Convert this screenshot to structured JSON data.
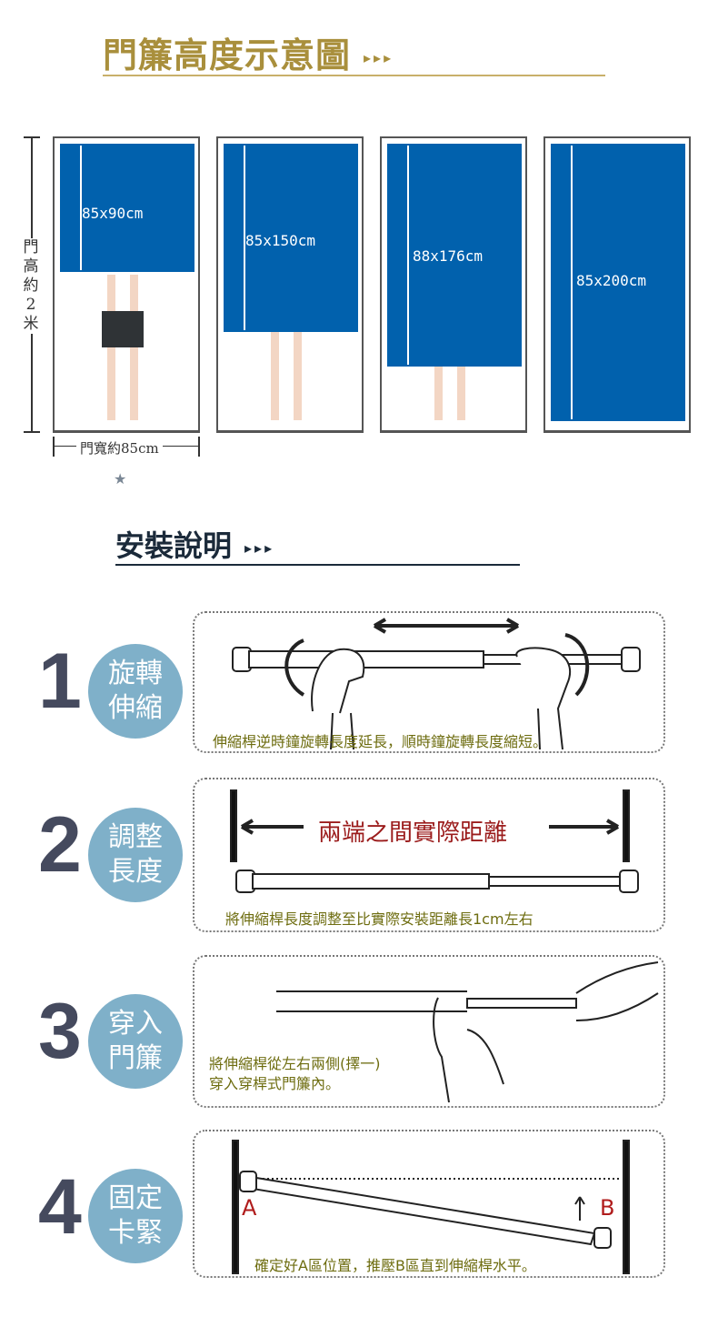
{
  "height_section": {
    "title": "門簾高度示意圖",
    "arrows": "▸▸▸",
    "door_height_label": "門高約2米",
    "door_width_label": "門寬約85cm",
    "star": "★",
    "curtains": [
      {
        "size": "85x90cm",
        "coverage": 0.45
      },
      {
        "size": "85x150cm",
        "coverage": 0.66
      },
      {
        "size": "88x176cm",
        "coverage": 0.78
      },
      {
        "size": "85x200cm",
        "coverage": 0.97
      }
    ]
  },
  "install_section": {
    "title": "安裝說明",
    "arrows": "▸▸▸",
    "steps": [
      {
        "number": "1",
        "label_line1": "旋轉",
        "label_line2": "伸縮",
        "caption": "伸縮桿逆時鐘旋轉長度延長，順時鐘旋轉長度縮短。"
      },
      {
        "number": "2",
        "label_line1": "調整",
        "label_line2": "長度",
        "heading": "兩端之間實際距離",
        "caption": "將伸縮桿長度調整至比實際安裝距離長1cm左右"
      },
      {
        "number": "3",
        "label_line1": "穿入",
        "label_line2": "門簾",
        "caption_line1": "將伸縮桿從左右兩側(擇一)",
        "caption_line2": "穿入穿桿式門簾內。"
      },
      {
        "number": "4",
        "label_line1": "固定",
        "label_line2": "卡緊",
        "mark_a": "A",
        "mark_b": "B",
        "caption": "確定好A區位置，推壓B區直到伸縮桿水平。"
      }
    ]
  },
  "colors": {
    "gold": "#a98f3c",
    "curtain_blue": "#0161ad",
    "step_circle": "#7fb0c9",
    "caption": "#6e6d10",
    "red": "#9b1c1c"
  }
}
